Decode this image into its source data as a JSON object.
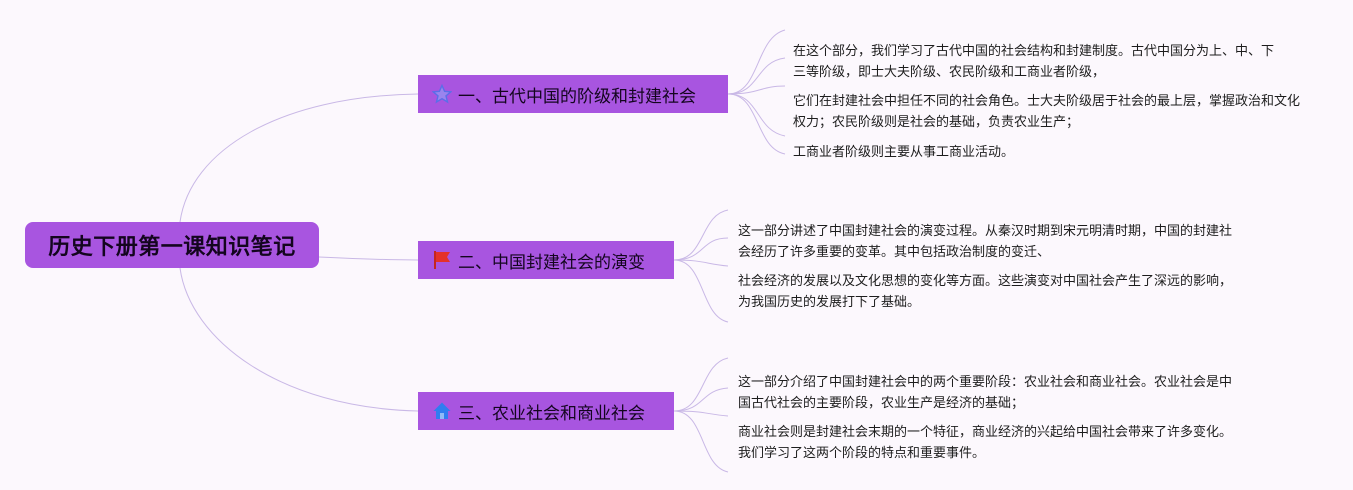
{
  "root": {
    "title": "历史下册第一课知识笔记"
  },
  "branches": [
    {
      "title": "一、古代中国的阶级和封建社会",
      "icon": "star-outline-icon",
      "notes": [
        "在这个部分，我们学习了古代中国的社会结构和封建制度。古代中国分为上、中、下三等阶级，即士大夫阶级、农民阶级和工商业者阶级，",
        "它们在封建社会中担任不同的社会角色。士大夫阶级居于社会的最上层，掌握政治和文化权力；农民阶级则是社会的基础，负责农业生产；",
        "工商业者阶级则主要从事工商业活动。"
      ]
    },
    {
      "title": "二、中国封建社会的演变",
      "icon": "red-flag-icon",
      "notes": [
        "这一部分讲述了中国封建社会的演变过程。从秦汉时期到宋元明清时期，中国的封建社会经历了许多重要的变革。其中包括政治制度的变迁、",
        "社会经济的发展以及文化思想的变化等方面。这些演变对中国社会产生了深远的影响，为我国历史的发展打下了基础。"
      ]
    },
    {
      "title": "三、农业社会和商业社会",
      "icon": "blue-house-icon",
      "notes": [
        "这一部分介绍了中国封建社会中的两个重要阶段：农业社会和商业社会。农业社会是中国古代社会的主要阶段，农业生产是经济的基础；",
        "商业社会则是封建社会末期的一个特征，商业经济的兴起给中国社会带来了许多变化。我们学习了这两个阶段的特点和重要事件。"
      ]
    }
  ],
  "colors": {
    "node": "#a855e0",
    "line": "#c9b8e6",
    "flag": "#e5312a",
    "house": "#2f7df0",
    "star": "#5b6ee8"
  }
}
